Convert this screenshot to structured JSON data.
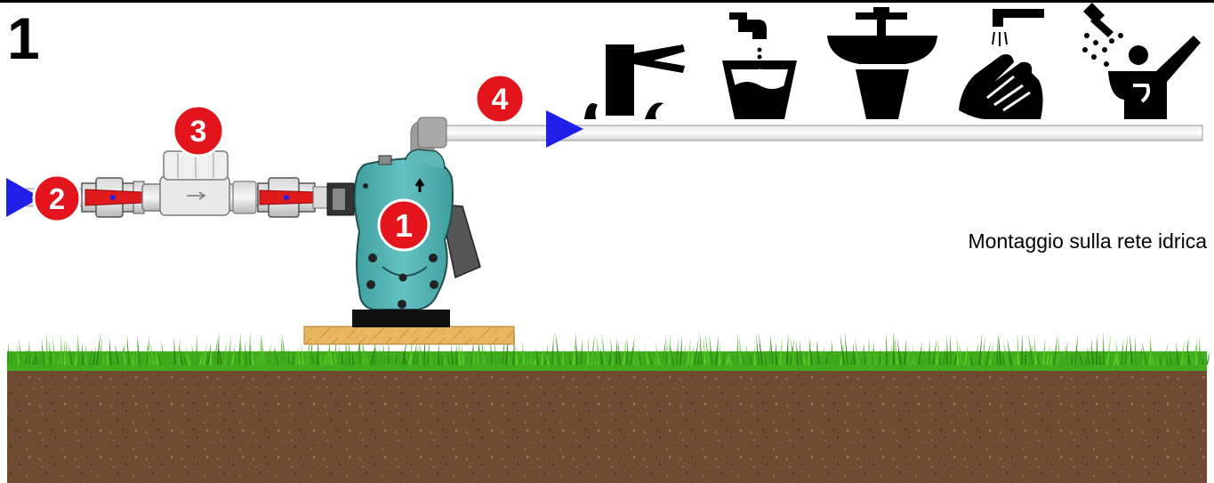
{
  "diagram": {
    "step_number": "1",
    "caption": "Montaggio sulla rete idrica",
    "callouts": [
      {
        "label": "1",
        "target": "pump"
      },
      {
        "label": "2",
        "target": "water-inlet-valve"
      },
      {
        "label": "3",
        "target": "water-meter"
      },
      {
        "label": "4",
        "target": "outlet-pipe"
      }
    ],
    "usage_icons": [
      "garden-tap-icon",
      "water-glass-icon",
      "washbasin-icon",
      "hand-washing-icon",
      "shower-icon"
    ],
    "colors": {
      "callout_red": "#e3141b",
      "flow_arrow_blue": "#1f1fe8",
      "pump_teal": "#56b5b5",
      "valve_red": "#e0191b",
      "grass_green": "#3fae1c",
      "soil_brown": "#6f4b34"
    }
  }
}
